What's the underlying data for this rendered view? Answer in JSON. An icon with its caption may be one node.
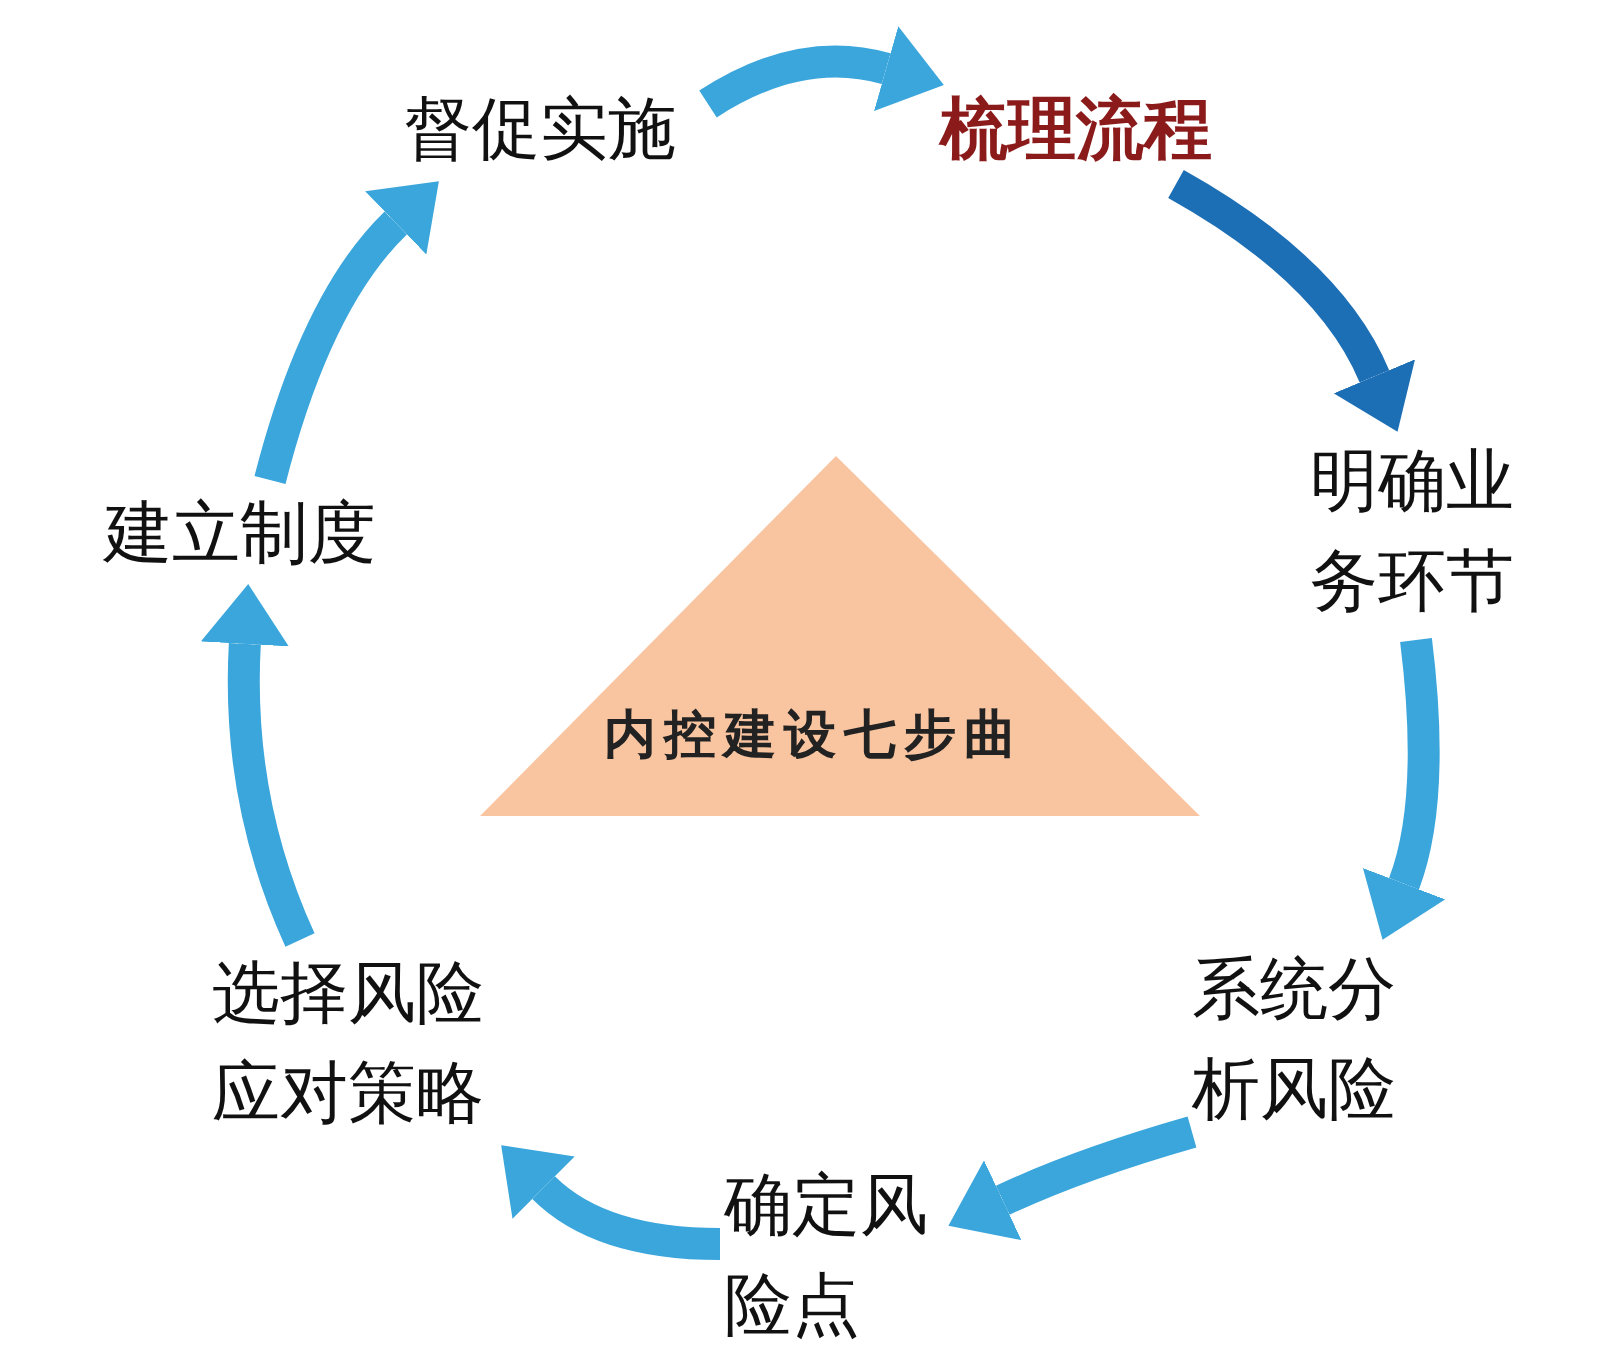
{
  "diagram": {
    "nodes": [
      {
        "text": [
          "梳理流程"
        ]
      },
      {
        "text": [
          "明确业务环节"
        ]
      },
      {
        "text": [
          "系统分析风险"
        ]
      },
      {
        "text": [
          "确定风险点"
        ]
      },
      {
        "text": [
          "选择风险应对策略"
        ]
      },
      {
        "text": [
          "建立制度"
        ]
      },
      {
        "text": [
          "督促实施"
        ]
      },
      {
        "text": [
          "内控建设七步曲"
        ]
      }
    ],
    "edges": [
      {
        "from": 0,
        "to": 1,
        "arrow": "to",
        "color": "#1d6fb5"
      },
      {
        "from": 1,
        "to": 2,
        "arrow": "to"
      },
      {
        "from": 2,
        "to": 3,
        "arrow": "to"
      },
      {
        "from": 3,
        "to": 4,
        "arrow": "to"
      },
      {
        "from": 4,
        "to": 5,
        "arrow": "to"
      },
      {
        "from": 5,
        "to": 6,
        "arrow": "to"
      },
      {
        "from": 6,
        "to": 0,
        "arrow": "to"
      }
    ]
  }
}
